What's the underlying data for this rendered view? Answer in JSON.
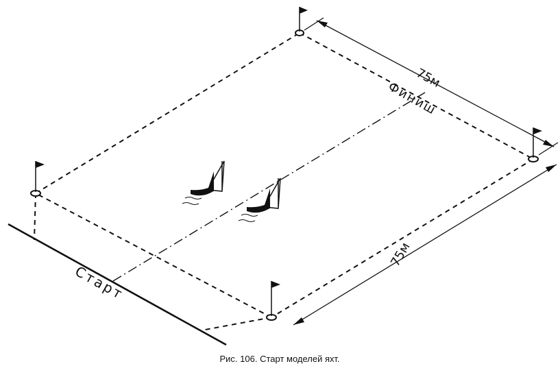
{
  "labels": {
    "start": "Старт",
    "finish": "Финиш",
    "dim_top": "75м",
    "dim_bottom": "75м"
  },
  "caption": "Рис. 106. Старт моделей яхт."
}
